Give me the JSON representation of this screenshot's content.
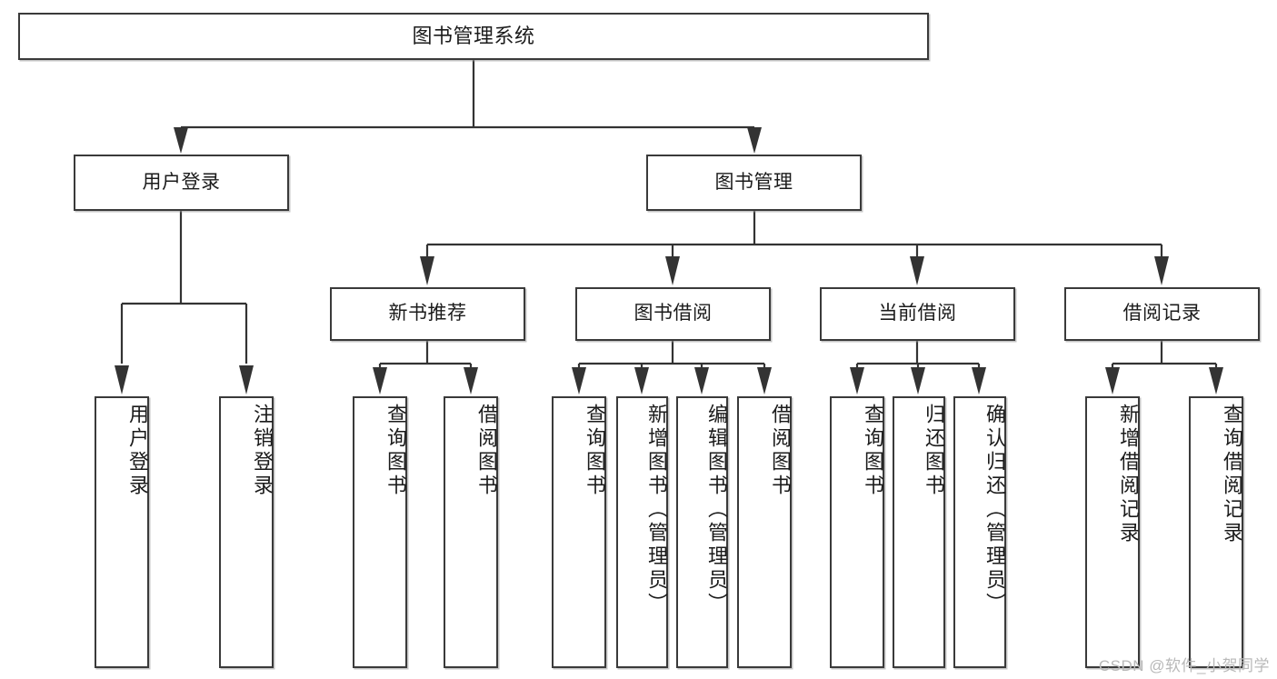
{
  "diagram": {
    "type": "tree-hierarchy",
    "title": "图书管理系统",
    "orientation": "top-down",
    "watermark": "CSDN @软件_小贺同学",
    "levels": [
      {
        "level": 1,
        "nodes": [
          {
            "id": "root",
            "label": "图书管理系统",
            "text_orientation": "horizontal"
          }
        ]
      },
      {
        "level": 2,
        "nodes": [
          {
            "id": "user-login",
            "label": "用户登录",
            "parent": "root",
            "text_orientation": "horizontal"
          },
          {
            "id": "book-manage",
            "label": "图书管理",
            "parent": "root",
            "text_orientation": "horizontal"
          }
        ]
      },
      {
        "level": 3,
        "nodes": [
          {
            "id": "new-book-rec",
            "label": "新书推荐",
            "parent": "book-manage",
            "text_orientation": "horizontal"
          },
          {
            "id": "book-borrow",
            "label": "图书借阅",
            "parent": "book-manage",
            "text_orientation": "horizontal"
          },
          {
            "id": "current-borrow",
            "label": "当前借阅",
            "parent": "book-manage",
            "text_orientation": "horizontal"
          },
          {
            "id": "borrow-record",
            "label": "借阅记录",
            "parent": "book-manage",
            "text_orientation": "horizontal"
          }
        ]
      },
      {
        "level": 4,
        "nodes": [
          {
            "id": "leaf-user-login",
            "label": "用户登录",
            "parent": "user-login",
            "text_orientation": "vertical"
          },
          {
            "id": "leaf-logout",
            "label": "注销登录",
            "parent": "user-login",
            "text_orientation": "vertical"
          },
          {
            "id": "leaf-query-book-1",
            "label": "查询图书",
            "parent": "new-book-rec",
            "text_orientation": "vertical"
          },
          {
            "id": "leaf-borrow-book-1",
            "label": "借阅图书",
            "parent": "new-book-rec",
            "text_orientation": "vertical"
          },
          {
            "id": "leaf-query-book-2",
            "label": "查询图书",
            "parent": "book-borrow",
            "text_orientation": "vertical"
          },
          {
            "id": "leaf-add-book",
            "label": "新增图书（管理员）",
            "parent": "book-borrow",
            "text_orientation": "vertical"
          },
          {
            "id": "leaf-edit-book",
            "label": "编辑图书（管理员）",
            "parent": "book-borrow",
            "text_orientation": "vertical"
          },
          {
            "id": "leaf-borrow-book-2",
            "label": "借阅图书",
            "parent": "book-borrow",
            "text_orientation": "vertical"
          },
          {
            "id": "leaf-query-book-3",
            "label": "查询图书",
            "parent": "current-borrow",
            "text_orientation": "vertical"
          },
          {
            "id": "leaf-return-book",
            "label": "归还图书",
            "parent": "current-borrow",
            "text_orientation": "vertical"
          },
          {
            "id": "leaf-confirm-return",
            "label": "确认归还（管理员）",
            "parent": "current-borrow",
            "text_orientation": "vertical"
          },
          {
            "id": "leaf-add-record",
            "label": "新增借阅记录",
            "parent": "borrow-record",
            "text_orientation": "vertical"
          },
          {
            "id": "leaf-query-record",
            "label": "查询借阅记录",
            "parent": "borrow-record",
            "text_orientation": "vertical"
          }
        ]
      }
    ],
    "colors": {
      "background": "#ffffff",
      "box_border": "#3a3a3a",
      "connector": "#333333",
      "text": "#1b1b1b",
      "watermark": "#b9b9b9"
    }
  }
}
